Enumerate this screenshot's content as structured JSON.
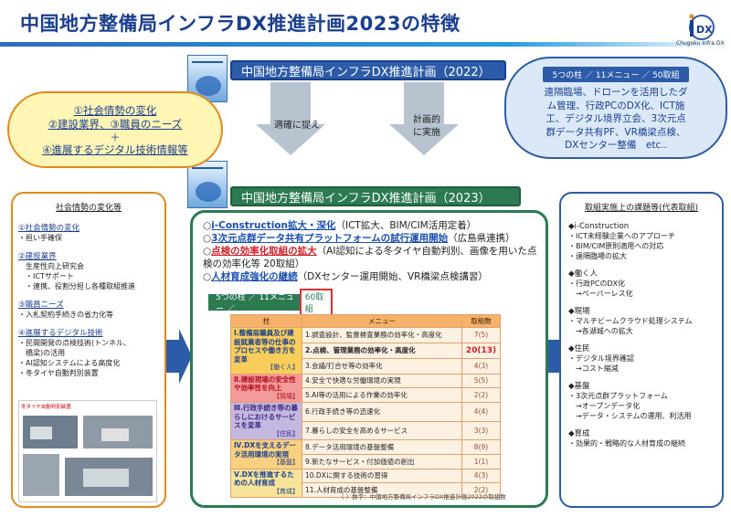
{
  "title": "中国地方整備局インフラDX推進計画2023の特徴",
  "logo": {
    "icon": "i-dx-logo",
    "sub": "Chugoku Infra DX"
  },
  "plan2022": {
    "label": "中国地方整備局インフラDX推進計画（2022）"
  },
  "plan2023": {
    "label": "中国地方整備局インフラDX推進計画（2023）"
  },
  "arrows": {
    "left_label": "適確に捉え",
    "right_label_1": "計画的",
    "right_label_2": "に実施"
  },
  "left_cloud": {
    "line1": "①社会情勢の変化",
    "line2": "②建設業界、③職員のニーズ",
    "plus": "＋",
    "line3": "④進展するデジタル技術情報等"
  },
  "right_cloud": {
    "head": "5つの柱 ／ 11メニュー ／ 50取組",
    "lines": [
      "遠隔臨場、ドローンを活用したダ",
      "ム管理、行政PCのDX化、ICT施",
      "工、デジタル境界立会、3次元点",
      "群データ共有PF、VR橋梁点検、",
      "DXセンター整備　etc.."
    ]
  },
  "left_box": {
    "title": "社会情勢の変化等",
    "sections": [
      {
        "head": "①社会情勢の変化",
        "lines": [
          "・担い手確保"
        ]
      },
      {
        "head": "②建設業界",
        "lines": [
          "　生産性向上研究会",
          "　・ICTサポート",
          "　・連携、役割分担し各種取組推進"
        ]
      },
      {
        "head": "③職員ニーズ",
        "lines": [
          "・入札契約手続きの省力化等"
        ]
      },
      {
        "head": "④進展するデジタル技術",
        "lines": [
          "・民間開発の点検技術(トンネル、",
          "　橋梁)の活用",
          "・AI認知システムによる高度化",
          "・冬タイヤ自動判別装置"
        ]
      }
    ],
    "photo_label": "冬タイヤ自動判別装置"
  },
  "right_box": {
    "title": "取組実施上の課題等(代表取組)",
    "sections": [
      {
        "head": "◆i-Construction",
        "lines": [
          "・ICT未経験企業へのアプローチ",
          "・BIM/CIM原則適用への対応",
          "・遠隔臨場の拡大"
        ]
      },
      {
        "head": "◆働く人",
        "lines": [
          "・行政PCのDX化",
          "　→ペーパーレス化"
        ]
      },
      {
        "head": "◆現場",
        "lines": [
          "・マルチビームクラウド処理システム",
          "　→各湖城への拡大"
        ]
      },
      {
        "head": "◆住民",
        "lines": [
          "・デジタル境界確認",
          "　→コスト縮減"
        ]
      },
      {
        "head": "◆基盤",
        "lines": [
          "・3次元点群プラットフォーム",
          "　→オープンデータ化",
          "　→データ・システムの運用、利活用"
        ]
      },
      {
        "head": "◆育成",
        "lines": [
          "・効果的・戦略的な人材育成の継続"
        ]
      }
    ]
  },
  "points": [
    {
      "mark": "○",
      "hl": "i-Construction拡大・深化",
      "hl_color": "blue",
      "rest": "（ICT拡大、BIM/CIM活用定着）"
    },
    {
      "mark": "○",
      "hl": "3次元点群データ共有プラットフォームの試行運用開始",
      "hl_color": "blue",
      "rest": "（広島県連携）"
    },
    {
      "mark": "○",
      "hl": "点検の効率化取組の拡大",
      "hl_color": "red",
      "rest": "（AI認知による冬タイヤ自動判別、画像を用いた点検の効率化等 20取組）"
    },
    {
      "mark": "○",
      "hl": "人材育成強化の継続",
      "hl_color": "blue",
      "rest": "（DXセンター運用開始、VR橋梁点検講習）"
    }
  ],
  "tab": {
    "prefix": "5つの柱 ／ 11メニュー ／",
    "selected": "60取組"
  },
  "table": {
    "headers": [
      "柱",
      "メニュー",
      "取組数"
    ],
    "pillars": [
      {
        "text": "Ⅰ.整備局職員及び建設就業者等の仕事のプロセスや働き方を変革",
        "tag": "【働く人】",
        "cls": "p1",
        "rows": [
          {
            "menu": "1.調査設計、監督検査業務の効率化・高度化",
            "count": "7(5)"
          },
          {
            "menu": "2.点検、管理業務の効率化・高度化",
            "count": "20(13)",
            "bold": true
          },
          {
            "menu": "3.会議/打合せ等の効率化",
            "count": "4(3)"
          }
        ]
      },
      {
        "text": "Ⅱ.建設現場の安全性や効率性を向上",
        "tag": "【現場】",
        "cls": "p2",
        "rows": [
          {
            "menu": "4.安全で快適な労働環境の実現",
            "count": "5(5)"
          },
          {
            "menu": "5.AI等の活用による作業の効率化",
            "count": "2(2)"
          }
        ]
      },
      {
        "text": "Ⅲ.行政手続き等の暮らしにおけるサービスを変革",
        "tag": "【住民】",
        "cls": "p3",
        "rows": [
          {
            "menu": "6.行政手続き等の迅速化",
            "count": "4(4)"
          },
          {
            "menu": "7.暮らしの安全を高めるサービス",
            "count": "3(3)"
          }
        ]
      },
      {
        "text": "Ⅳ.DXを支えるデータ活用環境の実現",
        "tag": "【基盤】",
        "cls": "p4",
        "rows": [
          {
            "menu": "8.データ活用環境の基盤整備",
            "count": "8(9)"
          },
          {
            "menu": "9.新たなサービス・付加価値の創出",
            "count": "1(1)"
          }
        ]
      },
      {
        "text": "Ⅴ.DXを推進するための人材育成",
        "tag": "【育成】",
        "cls": "p5",
        "rows": [
          {
            "menu": "10.DXに関する技術の習得",
            "count": "4(3)"
          },
          {
            "menu": "11.人材育成の基盤整備",
            "count": "2(2)"
          }
        ]
      }
    ],
    "note": "（ ）数字：中国地方整備局インフラDX推進計画2022の取組数"
  },
  "colors": {
    "navy": "#1b3f8f",
    "orange": "#e08a1e",
    "green": "#2c7a52",
    "red": "#d0202a"
  }
}
